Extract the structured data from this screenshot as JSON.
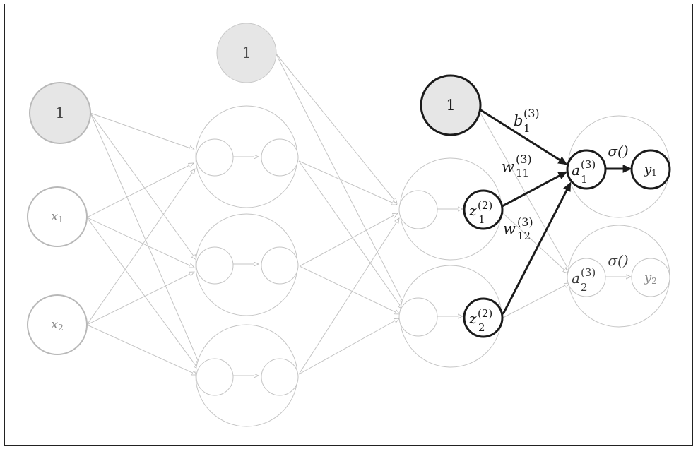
{
  "colors": {
    "background": "#ffffff",
    "frame": "#222222",
    "faint_stroke": "#c4c4c4",
    "node_stroke": "#b8b8b8",
    "bias_fill": "#e6e6e6",
    "highlight_stroke": "#1b1b1b",
    "faint_text": "#8a8a8a",
    "dark_text": "#1b1b1b"
  },
  "labels": {
    "bias_input": "1",
    "bias_layer1": "1",
    "bias_layer2": "1",
    "x1": {
      "base": "x",
      "sub": "1"
    },
    "x2": {
      "base": "x",
      "sub": "2"
    },
    "z1": {
      "base": "z",
      "sub": "1",
      "sup": "(2)"
    },
    "z2": {
      "base": "z",
      "sub": "2",
      "sup": "(2)"
    },
    "a1": {
      "base": "a",
      "sub": "1",
      "sup": "(3)"
    },
    "a2": {
      "base": "a",
      "sub": "2",
      "sup": "(3)"
    },
    "y1": {
      "base": "y",
      "sub": "1"
    },
    "y2": {
      "base": "y",
      "sub": "2"
    },
    "b1": {
      "base": "b",
      "sub": "1",
      "sup": "(3)"
    },
    "w11": {
      "base": "w",
      "sub": "11",
      "sup": "(3)"
    },
    "w12": {
      "base": "w",
      "sub": "12",
      "sup": "(3)"
    },
    "sigma_top": "σ()",
    "sigma_bottom": "σ()"
  }
}
